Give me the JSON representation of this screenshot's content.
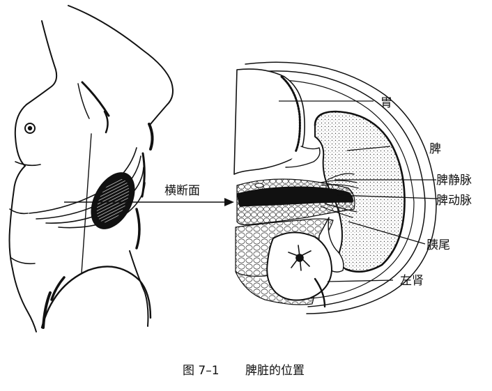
{
  "labels": {
    "cross_section": "横断面",
    "stomach": "胃",
    "spleen": "脾",
    "splenic_vein": "脾静脉",
    "splenic_artery": "脾动脉",
    "pancreas_tail": "胰尾",
    "left_kidney": "左肾"
  },
  "caption": {
    "number": "图 7–1",
    "title": "脾脏的位置"
  },
  "colors": {
    "ink": "#111111",
    "background": "#ffffff",
    "spleen_fill": "#eeeeee"
  }
}
